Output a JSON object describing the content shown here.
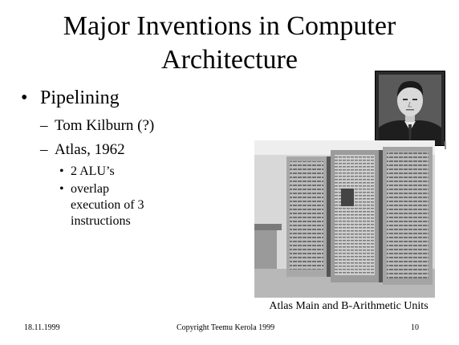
{
  "slide": {
    "title": "Major Inventions in Computer Architecture",
    "bullet_1": "Pipelining",
    "sub_1": "Tom Kilburn (?)",
    "sub_2": "Atlas, 1962",
    "point_1": "2 ALU’s",
    "point_2": "overlap execution of 3 instructions",
    "bullet_char": "•",
    "dash_char": "–",
    "caption": "Atlas Main and B-Arithmetic Units"
  },
  "footer": {
    "date": "18.11.1999",
    "copyright": "Copyright Teemu Kerola 1999",
    "page": "10"
  },
  "images": {
    "portrait": "tom-kilburn-portrait-photo",
    "atlas": "atlas-computer-cabinets-photo"
  }
}
